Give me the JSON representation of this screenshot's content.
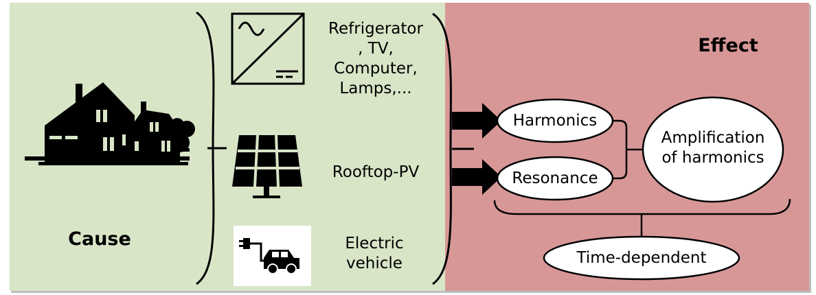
{
  "cause": {
    "title": "Cause"
  },
  "effect": {
    "title": "Effect"
  },
  "devices": {
    "appliances": "Refrigerator\n, TV,\nComputer,\nLamps,...",
    "pv": "Rooftop-PV",
    "ev": "Electric\nvehicle"
  },
  "effects": {
    "harmonics": "Harmonics",
    "resonance": "Resonance",
    "amplification": "Amplification\nof harmonics",
    "time_dependent": "Time-dependent"
  },
  "colors": {
    "cause_bg": "#d8e5c7",
    "effect_bg": "#d89797"
  },
  "icons": [
    "houses-icon",
    "inverter-icon",
    "solar-panel-icon",
    "ev-charging-icon"
  ]
}
